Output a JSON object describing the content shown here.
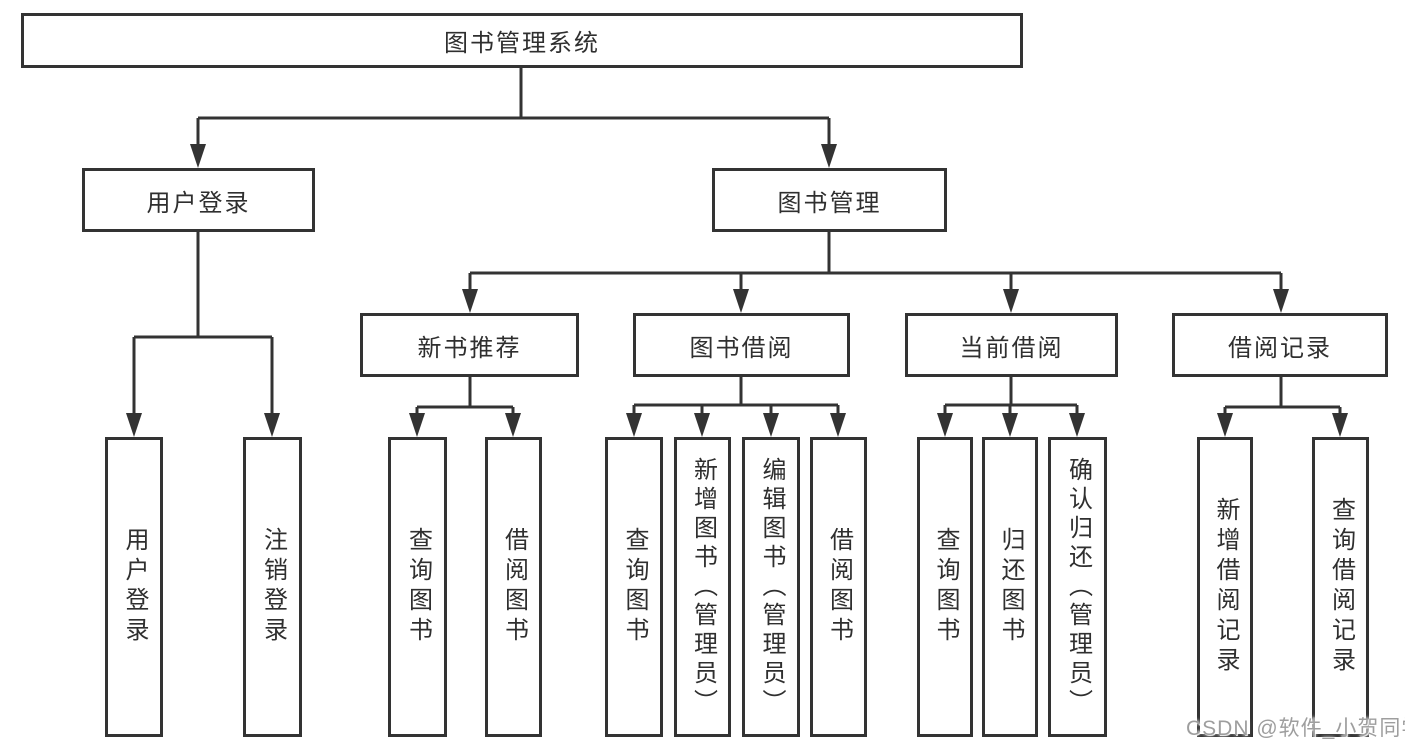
{
  "tree": {
    "root": {
      "label": "图书管理系统"
    },
    "level2": [
      {
        "label": "用户登录",
        "children": [
          {
            "label": "用户登录"
          },
          {
            "label": "注销登录"
          }
        ]
      },
      {
        "label": "图书管理",
        "groups": [
          {
            "label": "新书推荐",
            "children": [
              {
                "label": "查询图书"
              },
              {
                "label": "借阅图书"
              }
            ]
          },
          {
            "label": "图书借阅",
            "children": [
              {
                "label": "查询图书"
              },
              {
                "label": "新增图书（管理员）"
              },
              {
                "label": "编辑图书（管理员）"
              },
              {
                "label": "借阅图书"
              }
            ]
          },
          {
            "label": "当前借阅",
            "children": [
              {
                "label": "查询图书"
              },
              {
                "label": "归还图书"
              },
              {
                "label": "确认归还（管理员）"
              }
            ]
          },
          {
            "label": "借阅记录",
            "children": [
              {
                "label": "新增借阅记录"
              },
              {
                "label": "查询借阅记录"
              }
            ]
          }
        ]
      }
    ]
  },
  "watermark": {
    "text": "CSDN @软件_小贺同学"
  },
  "colors": {
    "line": "#333333",
    "box_border": "#333333",
    "text": "#2f2f2f",
    "background": "#ffffff",
    "watermark": "#9e9e9e"
  }
}
